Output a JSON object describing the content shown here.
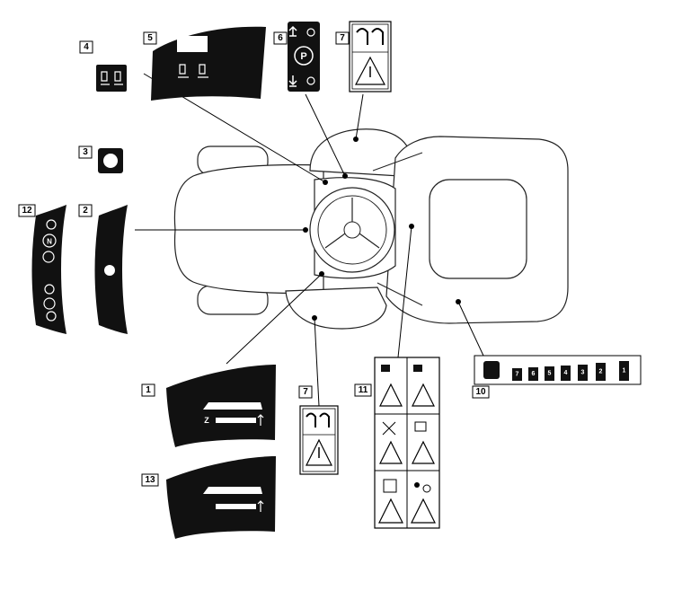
{
  "callouts": {
    "c1": "1",
    "c2": "2",
    "c3": "3",
    "c4": "4",
    "c5": "5",
    "c6": "6",
    "c7a": "7",
    "c7b": "7",
    "c10": "10",
    "c11": "11",
    "c12": "12",
    "c13": "13"
  },
  "decal_text": {
    "parking_letter": "P",
    "height_positions": [
      "7",
      "6",
      "5",
      "4",
      "3",
      "2",
      "1"
    ],
    "lever_neutral": "N",
    "lever_z": "Z"
  },
  "colors": {
    "decal": "#111111",
    "outline": "#222222",
    "background": "#ffffff"
  },
  "icons": [
    "warning-triangle-icon",
    "forward-arrow-icon",
    "reverse-arrow-icon",
    "parking-brake-icon",
    "mower-deck-icon"
  ]
}
